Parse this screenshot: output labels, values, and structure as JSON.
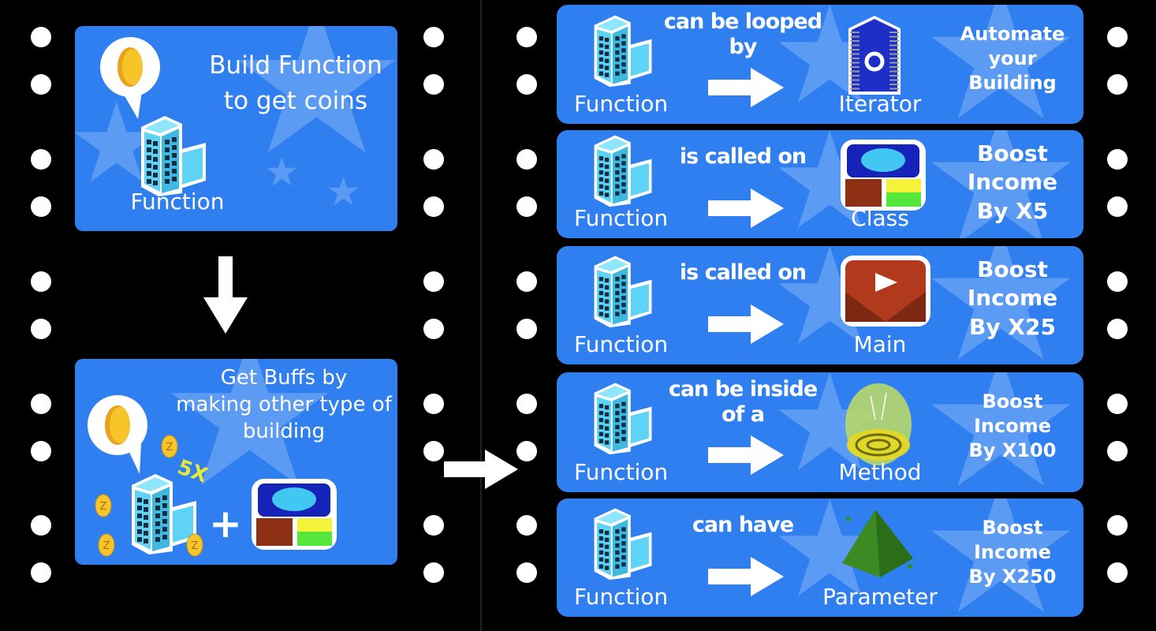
{
  "left": {
    "panel1": {
      "title_line1": "Build Function",
      "title_line2": "to get coins",
      "building_label": "Function"
    },
    "panel2": {
      "line1": "Get Buffs by",
      "line2": "making other type of",
      "line3": "building",
      "multiplier": "5X",
      "plus": "+"
    }
  },
  "rows": [
    {
      "source": "Function",
      "verb": [
        "can be looped",
        "by"
      ],
      "target": "Iterator",
      "target_icon": "iterator-icon",
      "effect": [
        "Automate",
        "your",
        "Building"
      ]
    },
    {
      "source": "Function",
      "verb": [
        "is called on"
      ],
      "target": "Class",
      "target_icon": "class-icon",
      "effect": [
        "Boost",
        "Income",
        "By X5"
      ]
    },
    {
      "source": "Function",
      "verb": [
        "is called on"
      ],
      "target": "Main",
      "target_icon": "main-icon",
      "effect": [
        "Boost",
        "Income",
        "By X25"
      ]
    },
    {
      "source": "Function",
      "verb": [
        "can be inside",
        "of a"
      ],
      "target": "Method",
      "target_icon": "method-icon",
      "effect": [
        "Boost",
        "Income",
        "By X100"
      ]
    },
    {
      "source": "Function",
      "verb": [
        "can have"
      ],
      "target": "Parameter",
      "target_icon": "parameter-icon",
      "effect": [
        "Boost",
        "Income",
        "By X250"
      ]
    }
  ],
  "colors": {
    "panel": "#2f7ff0",
    "background": "#000000",
    "coin": "#f7c52a"
  }
}
